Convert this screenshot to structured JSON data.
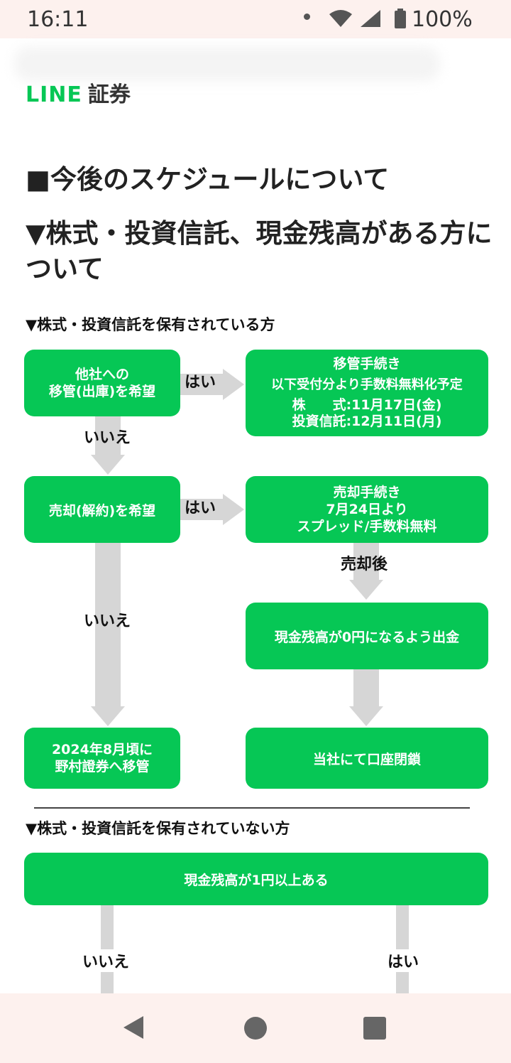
{
  "status_bar": {
    "time": "16:11",
    "battery": "100%"
  },
  "brand": {
    "line": "LINE",
    "sub": "証券",
    "color": "#06c755"
  },
  "heading1": "■今後のスケジュールについて",
  "heading2": "▼株式・投資信託、現金残高がある方について",
  "section1": {
    "title": "▼株式・投資信託を保有されている方",
    "box_transfer": [
      "他社への",
      "移管(出庫)を希望"
    ],
    "yes1": "はい",
    "box_transfer_proc": [
      "移管手続き",
      "以下受付分より手数料無料化予定",
      "株　　式:11月17日(金)",
      "投資信託:12月11日(月)"
    ],
    "no1": "いいえ",
    "box_sell": "売却(解約)を希望",
    "yes2": "はい",
    "box_sell_proc": [
      "売却手続き",
      "7月24日より",
      "スプレッド/手数料無料"
    ],
    "after_sell": "売却後",
    "no2": "いいえ",
    "box_withdraw": "現金残高が0円になるよう出金",
    "box_nomura": [
      "2024年8月頃に",
      "野村證券へ移管"
    ],
    "box_close": "当社にて口座閉鎖"
  },
  "section2": {
    "title": "▼株式・投資信託を保有されていない方",
    "box_cash": "現金残高が1円以上ある",
    "no": "いいえ",
    "yes": "はい"
  },
  "nav": {
    "back": "back-icon",
    "home": "home-icon",
    "recent": "recent-apps-icon"
  }
}
